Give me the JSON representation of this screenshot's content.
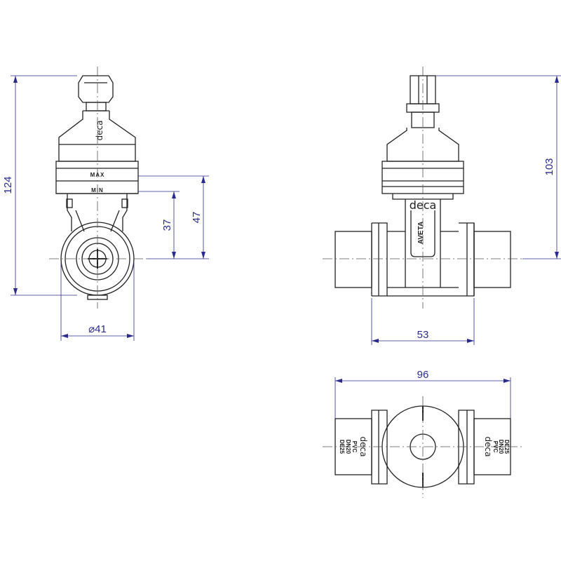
{
  "dimensions": {
    "height_total": "124",
    "height_min_mark": "47",
    "height_axis": "37",
    "diameter": "⌀41",
    "height_stem": "103",
    "body_length": "53",
    "total_length": "96"
  },
  "markings": {
    "max": "MAX",
    "min": "MIN",
    "brand": "deca",
    "product": "AVETA",
    "pvc": "PVC",
    "dn": "DN20",
    "de": "DE25"
  },
  "colors": {
    "line": "#222222",
    "dimension": "#2b2b8f",
    "centerline": "#555555"
  }
}
